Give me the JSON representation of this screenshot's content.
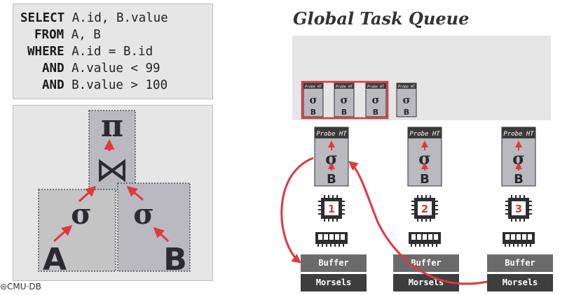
{
  "sql": {
    "lines": [
      {
        "kw": "SELECT",
        "rest": " A.id, B.value"
      },
      {
        "kw": "FROM",
        "rest": " A, B"
      },
      {
        "kw": "WHERE",
        "rest": " A.id = B.id"
      },
      {
        "kw": "AND",
        "rest": " A.value < 99"
      },
      {
        "kw": "AND",
        "rest": " B.value > 100"
      }
    ]
  },
  "plan": {
    "projection_symbol": "π",
    "join_symbol": "⋈",
    "selection_symbol": "σ",
    "table_a": "A",
    "table_b": "B"
  },
  "queue": {
    "title": "Global Task Queue",
    "task_label": "Probe HT",
    "task_table": "B",
    "task_op": "σ"
  },
  "workers": [
    {
      "task_label": "Probe HT",
      "op": "σ",
      "table": "B",
      "core": "1",
      "buffer": "Buffer",
      "morsels": "Morsels"
    },
    {
      "task_label": "Probe HT",
      "op": "σ",
      "table": "B",
      "core": "2",
      "buffer": "Buffer",
      "morsels": "Morsels"
    },
    {
      "task_label": "Probe HT",
      "op": "σ",
      "table": "B",
      "core": "3",
      "buffer": "Buffer",
      "morsels": "Morsels"
    }
  ],
  "footer": {
    "logo": "⊜CMU·DB"
  },
  "colors": {
    "accent_red": "#e0383e",
    "panel_gray": "#e6e6e6",
    "task_gray": "#b9b9bf"
  }
}
